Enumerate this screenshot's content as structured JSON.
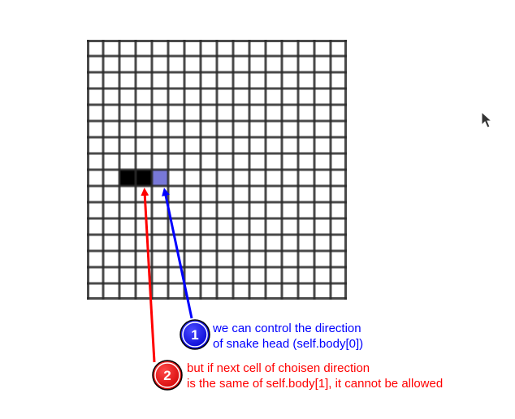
{
  "board": {
    "columns": 16,
    "rows": 16,
    "snake": {
      "head": {
        "col": 4,
        "row": 8,
        "color": "#7878d8"
      },
      "body": [
        {
          "col": 2,
          "row": 8,
          "color": "#000000"
        },
        {
          "col": 3,
          "row": 8,
          "color": "#000000"
        }
      ]
    },
    "grid_color": "#2a2a2a",
    "cell_color": "#ffffff"
  },
  "annotations": [
    {
      "number": "1",
      "color": "#0000ff",
      "lines": [
        "we can control the direction",
        "of  snake head (self.body[0])"
      ]
    },
    {
      "number": "2",
      "color": "#ff0000",
      "lines": [
        "but if next cell of choisen direction",
        "is the same of self.body[1], it cannot be allowed"
      ]
    }
  ],
  "cursor": {
    "icon": "mouse-pointer-icon"
  }
}
